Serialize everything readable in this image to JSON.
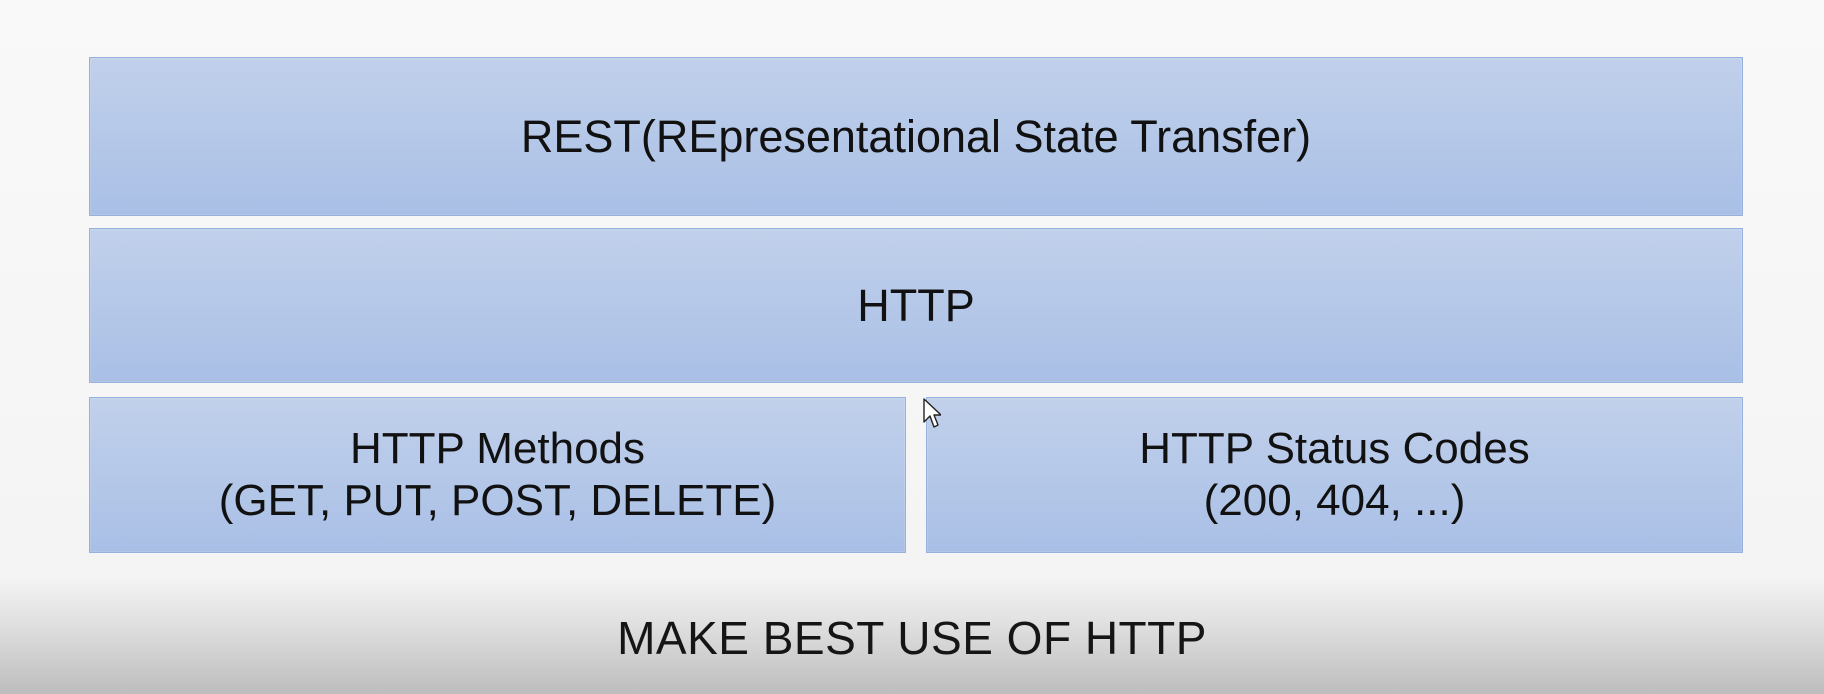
{
  "diagram": {
    "rest_block": {
      "label": "REST(REpresentational State Transfer)"
    },
    "http_block": {
      "label": "HTTP"
    },
    "methods_block": {
      "label": "HTTP Methods\n(GET, PUT, POST, DELETE)"
    },
    "status_block": {
      "label": "HTTP Status Codes\n(200, 404, ...)"
    },
    "caption": "MAKE BEST USE OF HTTP"
  },
  "icons": {
    "cursor": "mouse-cursor-icon"
  },
  "colors": {
    "block_fill": "#b4c8ea",
    "block_border": "#98b0dc",
    "text": "#111111"
  }
}
